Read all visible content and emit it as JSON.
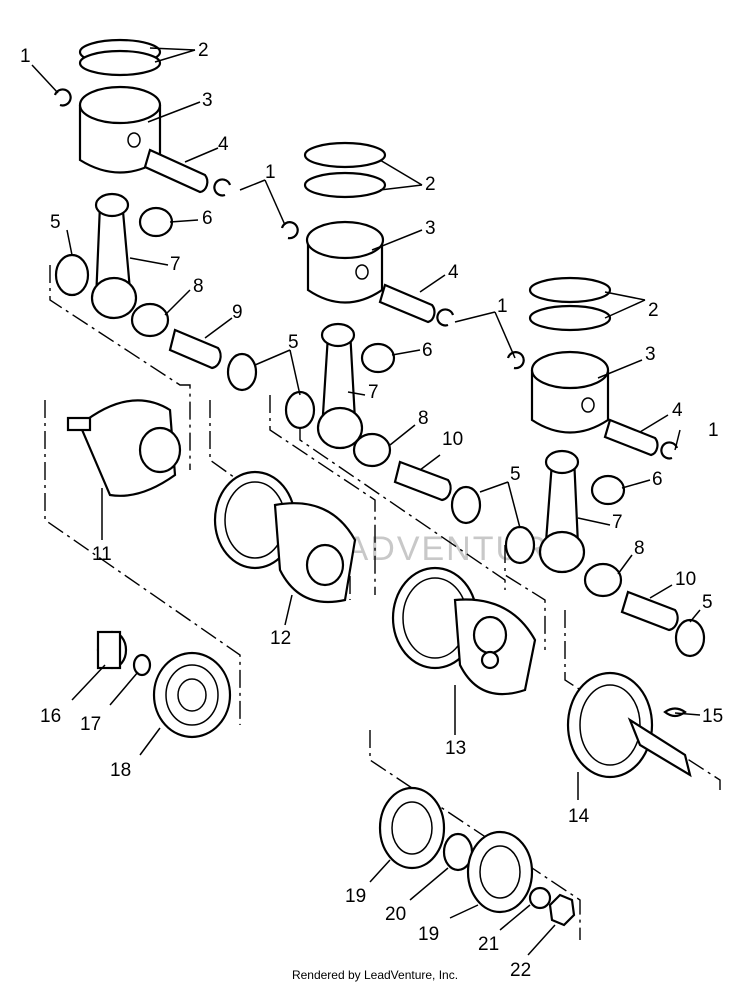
{
  "diagram": {
    "watermark": "LEADVENTURE",
    "footer": "Rendered by LeadVenture, Inc.",
    "callouts": [
      {
        "id": "c1a",
        "text": "1"
      },
      {
        "id": "c2a",
        "text": "2"
      },
      {
        "id": "c3a",
        "text": "3"
      },
      {
        "id": "c4a",
        "text": "4"
      },
      {
        "id": "c1b",
        "text": "1"
      },
      {
        "id": "c2b",
        "text": "2"
      },
      {
        "id": "c3b",
        "text": "3"
      },
      {
        "id": "c4b",
        "text": "4"
      },
      {
        "id": "c5a",
        "text": "5"
      },
      {
        "id": "c6a",
        "text": "6"
      },
      {
        "id": "c7a",
        "text": "7"
      },
      {
        "id": "c8a",
        "text": "8"
      },
      {
        "id": "c9",
        "text": "9"
      },
      {
        "id": "c1c",
        "text": "1"
      },
      {
        "id": "c2c",
        "text": "2"
      },
      {
        "id": "c3c",
        "text": "3"
      },
      {
        "id": "c4c",
        "text": "4"
      },
      {
        "id": "c1d",
        "text": "1"
      },
      {
        "id": "c5b",
        "text": "5"
      },
      {
        "id": "c6b",
        "text": "6"
      },
      {
        "id": "c7b",
        "text": "7"
      },
      {
        "id": "c8b",
        "text": "8"
      },
      {
        "id": "c10a",
        "text": "10"
      },
      {
        "id": "c5c",
        "text": "5"
      },
      {
        "id": "c6c",
        "text": "6"
      },
      {
        "id": "c7c",
        "text": "7"
      },
      {
        "id": "c8c",
        "text": "8"
      },
      {
        "id": "c10b",
        "text": "10"
      },
      {
        "id": "c5d",
        "text": "5"
      },
      {
        "id": "c11",
        "text": "11"
      },
      {
        "id": "c12",
        "text": "12"
      },
      {
        "id": "c13",
        "text": "13"
      },
      {
        "id": "c14",
        "text": "14"
      },
      {
        "id": "c15",
        "text": "15"
      },
      {
        "id": "c16",
        "text": "16"
      },
      {
        "id": "c17",
        "text": "17"
      },
      {
        "id": "c18",
        "text": "18"
      },
      {
        "id": "c19a",
        "text": "19"
      },
      {
        "id": "c20",
        "text": "20"
      },
      {
        "id": "c19b",
        "text": "19"
      },
      {
        "id": "c21",
        "text": "21"
      },
      {
        "id": "c22",
        "text": "22"
      }
    ]
  }
}
